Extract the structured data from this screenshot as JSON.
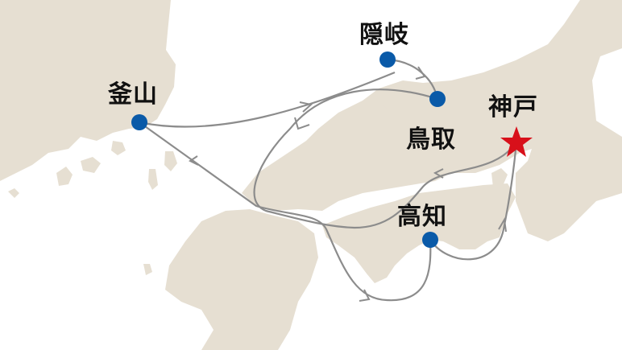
{
  "colors": {
    "land": "#e6dfd2",
    "sea": "#ffffff",
    "route": "#8c8c8c",
    "port": "#0a5aa8",
    "origin": "#d8101a"
  },
  "ports": [
    {
      "id": "busan",
      "label": "釜山",
      "icon": "circle-icon"
    },
    {
      "id": "oki",
      "label": "隠岐",
      "icon": "circle-icon"
    },
    {
      "id": "tottori",
      "label": "鳥取",
      "icon": "circle-icon"
    },
    {
      "id": "kobe",
      "label": "神戸",
      "icon": "star-icon"
    },
    {
      "id": "kochi",
      "label": "高知",
      "icon": "circle-icon"
    }
  ]
}
